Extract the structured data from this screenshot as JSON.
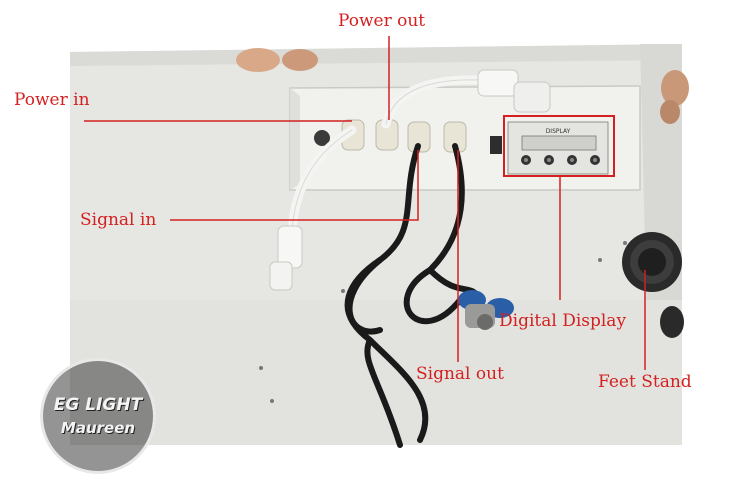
{
  "labels": {
    "power_out": "Power out",
    "power_in": "Power in",
    "signal_in": "Signal in",
    "digital_display": "Digital Display",
    "signal_out": "Signal out",
    "feet_stand": "Feet Stand"
  },
  "display_module": {
    "title": "DISPLAY"
  },
  "watermark": {
    "line1": "EG LIGHT",
    "line2": "Maureen"
  },
  "colors": {
    "annotation": "#d42020",
    "panel": "#e9eae6"
  }
}
